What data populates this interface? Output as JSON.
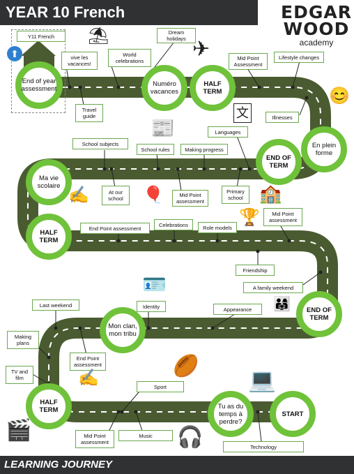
{
  "header": {
    "title": "YEAR 10 French"
  },
  "logo": {
    "line1": "EDGAR",
    "line2": "WOOD",
    "line3": "academy"
  },
  "footer": {
    "text": "LEARNING JOURNEY"
  },
  "milestones": {
    "start": "START",
    "tu_as": "Tu as du temps à perdre?",
    "half_term_3": "HALF TERM",
    "mon_clan": "Mon clan, mon tribu",
    "end_of_term_2": "END OF TERM",
    "half_term_2": "HALF TERM",
    "ma_vie": "Ma vie scolaire",
    "end_of_term_1": "END OF TERM",
    "en_plein": "En plein forme",
    "half_term_1": "HALF TERM",
    "numero": "Numéro vacances",
    "end_of_year": "End of year assessment"
  },
  "labels": {
    "y11": "Y11 French",
    "vive": "vive les vacances!",
    "world": "World celebrations",
    "dream": "Dream holidays",
    "midpoint_top": "Mid Point Assessment",
    "lifestyle": "Lifestyle changes",
    "illnesses": "Illnesses",
    "travel": "Travel guide",
    "languages": "Languages",
    "school_subjects": "School subjects",
    "school_rules": "School rules",
    "making_progress": "Making progress",
    "at_our_school": "At our school",
    "midpoint_2": "Mid Point assessment",
    "primary": "Primary school",
    "midpoint_3": "Mid Point assessment",
    "end_point": "End Point assessment",
    "celebrations": "Celebrations",
    "role_models": "Role models",
    "friendship": "Friendship",
    "family_weekend": "A family weekend",
    "last_weekend": "Last weekend",
    "identity": "Identity",
    "appearance": "Appearance",
    "making_plans": "Making plans",
    "tv_film": "TV and film",
    "end_point_2": "End Point assessment",
    "sport": "Sport",
    "midpoint_bottom": "Mid Point assessment",
    "music": "Music",
    "technology": "Technology"
  },
  "icons": {
    "up_arrow": "⬆",
    "beach": "⛱",
    "airplane": "✈",
    "emoji": "😊",
    "translate": "文",
    "newspaper": "📰",
    "balloons": "🎈",
    "school_building": "🏫",
    "podium": "🏆",
    "id_card": "🪪",
    "family": "👨‍👩‍👧",
    "sport_balls": "🏉",
    "laptop": "💻",
    "headphones": "🎧",
    "film": "🎬",
    "signature": "✍"
  },
  "colors": {
    "road": "#4b5b31",
    "accent": "#6fc23a",
    "dark": "#2f3133"
  }
}
